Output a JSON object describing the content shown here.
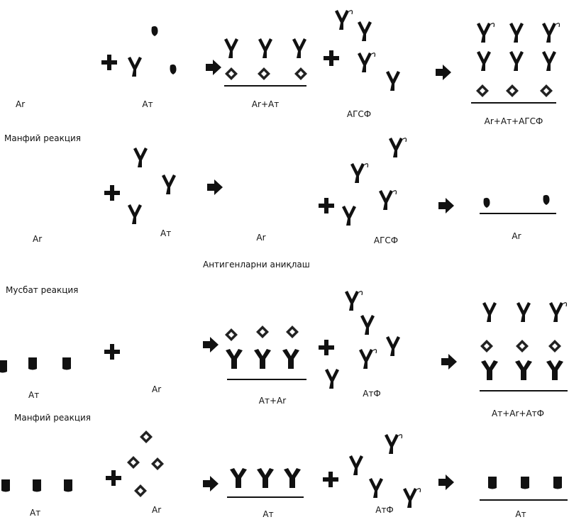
{
  "row1": {
    "ag": "Ar",
    "at": "Aт",
    "ag_at": "Ar+Aт",
    "agsf": "АГСФ",
    "result": "Ar+Aт+АГСФ"
  },
  "row2": {
    "heading": "Манфий реакция",
    "ag": "Ar",
    "at": "Aт",
    "ag_mid": "Ar",
    "agsf": "АГСФ",
    "result": "Ar"
  },
  "section_title": "Антигенларни аниқлаш",
  "row3": {
    "heading": "Мусбат реакция",
    "at": "Aт",
    "ag": "Ar",
    "at_ag": "Aт+Ar",
    "atf": "АтФ",
    "result": "Aт+Ar+АтФ"
  },
  "row4": {
    "heading": "Манфий реакция",
    "at": "Aт",
    "ag": "Ar",
    "at_mid": "Aт",
    "atf": "АтФ",
    "result": "Aт"
  },
  "colors": {
    "ink": "#111111",
    "paper": "#ffffff"
  }
}
